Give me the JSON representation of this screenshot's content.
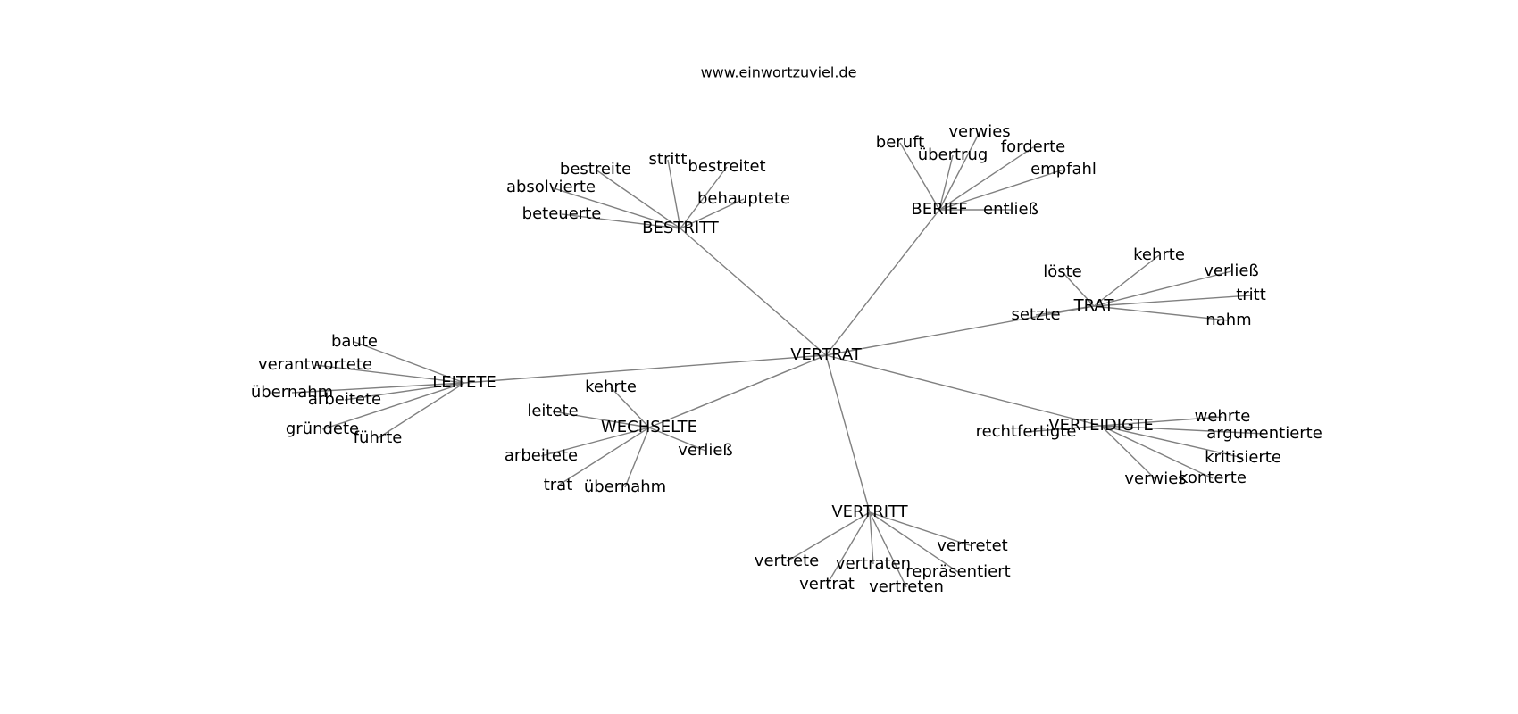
{
  "title": "www.einwortzuviel.de",
  "graph": {
    "root": "VERTRAT",
    "groups": [
      {
        "hub": "BESTRITT",
        "words": [
          "stritt",
          "bestreitet",
          "bestreite",
          "absolvierte",
          "behauptete",
          "beteuerte"
        ]
      },
      {
        "hub": "BERIEF",
        "words": [
          "beruft",
          "verwies",
          "übertrug",
          "forderte",
          "empfahl",
          "entließ"
        ]
      },
      {
        "hub": "TRAT",
        "words": [
          "löste",
          "kehrte",
          "verließ",
          "tritt",
          "nahm",
          "setzte"
        ]
      },
      {
        "hub": "LEITETE",
        "words": [
          "baute",
          "verantwortete",
          "übernahm",
          "arbeitete",
          "gründete",
          "führte"
        ]
      },
      {
        "hub": "WECHSELTE",
        "words": [
          "kehrte",
          "leitete",
          "verließ",
          "arbeitete",
          "trat",
          "übernahm"
        ]
      },
      {
        "hub": "VERTEIDIGTE",
        "words": [
          "wehrte",
          "rechtfertigte",
          "argumentierte",
          "kritisierte",
          "verwies",
          "konterte"
        ]
      },
      {
        "hub": "VERTRITT",
        "words": [
          "vertretet",
          "vertrete",
          "vertraten",
          "repräsentiert",
          "vertrat",
          "vertreten"
        ]
      }
    ]
  }
}
